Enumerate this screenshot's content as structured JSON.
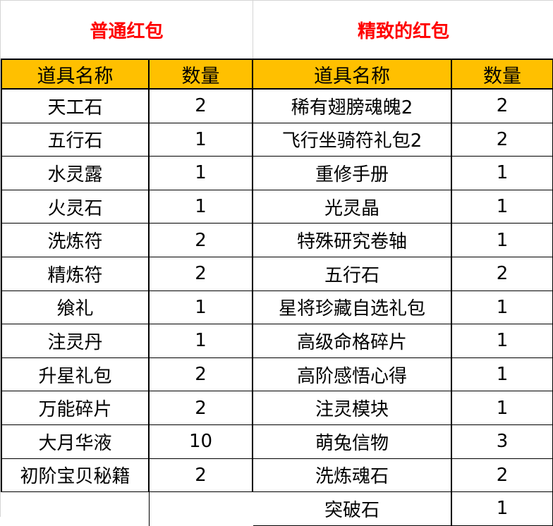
{
  "left": {
    "title": "普通红包",
    "header": {
      "name": "道具名称",
      "qty": "数量"
    },
    "rows": [
      {
        "name": "天工石",
        "qty": "2"
      },
      {
        "name": "五行石",
        "qty": "1"
      },
      {
        "name": "水灵露",
        "qty": "1"
      },
      {
        "name": "火灵石",
        "qty": "1"
      },
      {
        "name": "洗炼符",
        "qty": "2"
      },
      {
        "name": "精炼符",
        "qty": "2"
      },
      {
        "name": "飨礼",
        "qty": "1"
      },
      {
        "name": "注灵丹",
        "qty": "1"
      },
      {
        "name": "升星礼包",
        "qty": "2"
      },
      {
        "name": "万能碎片",
        "qty": "2"
      },
      {
        "name": "大月华液",
        "qty": "10"
      },
      {
        "name": "初阶宝贝秘籍",
        "qty": "2"
      }
    ]
  },
  "right": {
    "title": "精致的红包",
    "header": {
      "name": "道具名称",
      "qty": "数量"
    },
    "rows": [
      {
        "name": "稀有翅膀魂魄2",
        "qty": "2"
      },
      {
        "name": "飞行坐骑符礼包2",
        "qty": "2"
      },
      {
        "name": "重修手册",
        "qty": "1"
      },
      {
        "name": "光灵晶",
        "qty": "1"
      },
      {
        "name": "特殊研究卷轴",
        "qty": "1"
      },
      {
        "name": "五行石",
        "qty": "2"
      },
      {
        "name": "星将珍藏自选礼包",
        "qty": "1"
      },
      {
        "name": "高级命格碎片",
        "qty": "1"
      },
      {
        "name": "高阶感悟心得",
        "qty": "1"
      },
      {
        "name": "注灵模块",
        "qty": "1"
      },
      {
        "name": "萌兔信物",
        "qty": "3"
      },
      {
        "name": "洗炼魂石",
        "qty": "2"
      },
      {
        "name": "突破石",
        "qty": "1"
      }
    ]
  }
}
